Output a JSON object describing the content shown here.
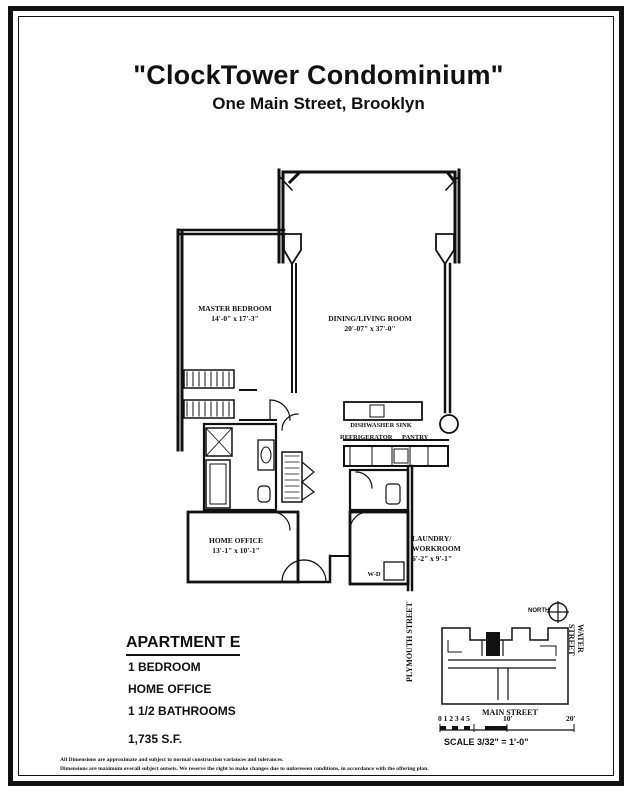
{
  "header": {
    "title": "\"ClockTower Condominium\"",
    "address": "One Main Street, Brooklyn"
  },
  "rooms": {
    "master_bedroom": {
      "name": "MASTER BEDROOM",
      "dims": "14'-0\" x 17'-3\""
    },
    "dining_living": {
      "name": "DINING/LIVING ROOM",
      "dims": "20'-07\" x 37'-0\""
    },
    "home_office": {
      "name": "HOME OFFICE",
      "dims": "13'-1\" x 10'-1\""
    },
    "laundry": {
      "name": "LAUNDRY/",
      "name2": "WORKROOM",
      "dims": "6'-2\" x 9'-1\""
    }
  },
  "fixtures": {
    "dishwasher_sink": "DISHWASHER SINK",
    "refrigerator": "REFRIGERATOR",
    "pantry": "PANTRY",
    "washer_dryer": "W-D"
  },
  "apartment": {
    "name": "APARTMENT E",
    "lines": [
      "1 BEDROOM",
      "HOME OFFICE",
      "1 1/2 BATHROOMS"
    ],
    "area": "1,735   S.F."
  },
  "key_plan": {
    "left_street": "PLYMOUTH STREET",
    "right_street": "WATER STREET",
    "bottom_street": "MAIN STREET",
    "north_label": "NORTH"
  },
  "scale": {
    "ticks": [
      "0 1 2 3 4 5",
      "10'",
      "20'"
    ],
    "text": "SCALE 3/32\" = 1'-0\""
  },
  "disclaimer": {
    "line1": "All Dimensions are approximate and subject to normal construction variances and tolerances.",
    "line2": "Dimensions are maximum overall subject outsets. We reserve the right to make changes due to unforeseen conditions, in accordance with the offering plan."
  }
}
